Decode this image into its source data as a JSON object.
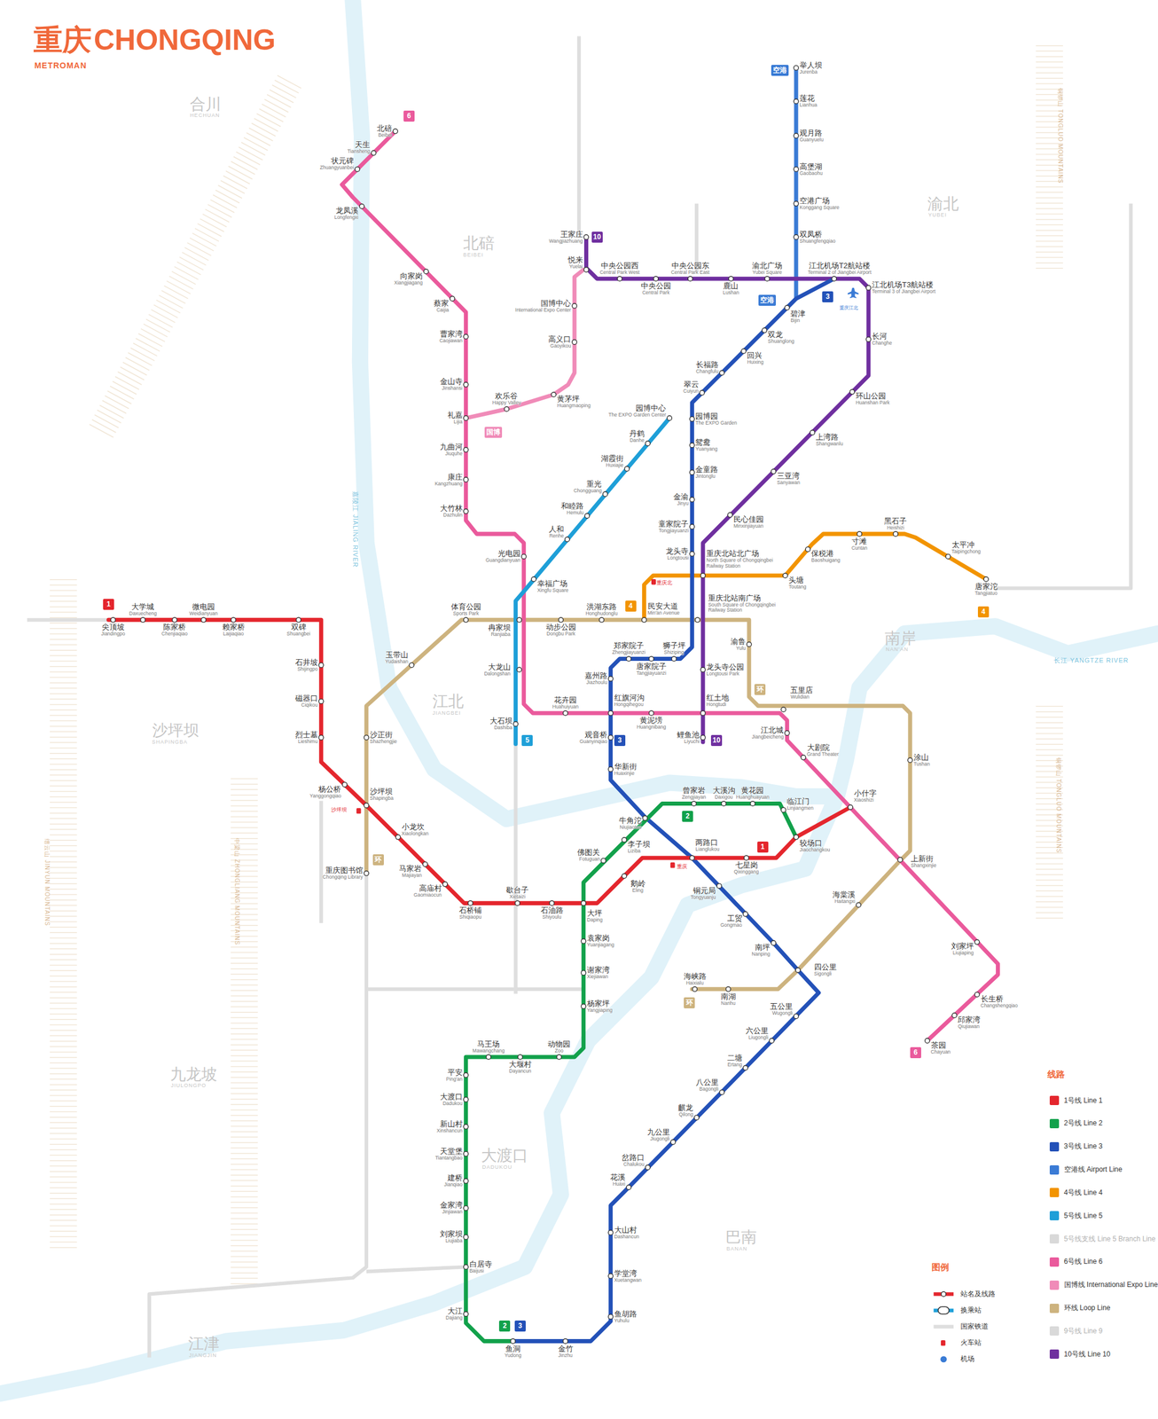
{
  "diagram": {
    "title": "重庆",
    "nodes": [
      {
        "text": [
          "1"
        ]
      },
      {
        "text": [
          "1"
        ]
      },
      {
        "text": [
          "2"
        ]
      },
      {
        "text": [
          "2"
        ]
      },
      {
        "text": [
          "3"
        ]
      },
      {
        "text": [
          "3"
        ]
      },
      {
        "text": [
          "3"
        ]
      },
      {
        "text": [
          "空港"
        ]
      },
      {
        "text": [
          "空港"
        ]
      },
      {
        "text": [
          "4"
        ]
      },
      {
        "text": [
          "4"
        ]
      },
      {
        "text": [
          "5"
        ]
      },
      {
        "text": [
          "6"
        ]
      },
      {
        "text": [
          "6"
        ]
      },
      {
        "text": [
          "10"
        ]
      },
      {
        "text": [
          "10"
        ]
      },
      {
        "text": [
          "国博"
        ]
      },
      {
        "text": [
          "环"
        ]
      },
      {
        "text": [
          "环"
        ]
      },
      {
        "text": [
          "环"
        ]
      }
    ],
    "labels": [
      "尖顶坡",
      "Jiandingpo",
      "大学城",
      "Daxuecheng",
      "陈家桥",
      "Chenjiaqiao",
      "微电园",
      "Weidianyuan",
      "赖家桥",
      "Laijiaqiao",
      "双碑",
      "Shuangbei",
      "石井坡",
      "Shijingpo",
      "磁器口",
      "Ciqikou",
      "烈士墓",
      "Lieshimu",
      "杨公桥",
      "Yanggongqiao",
      "沙坪坝",
      "Shapingba",
      "小龙坎",
      "Xiaolongkan",
      "马家岩",
      "Majiayan",
      "高庙村",
      "Gaomiaocun",
      "石桥铺",
      "Shiqiaopu",
      "歇台子",
      "Xietaizi",
      "石油路",
      "Shiyoulu",
      "大坪",
      "Daping",
      "鹅岭",
      "Eling",
      "两路口",
      "Lianglukou",
      "七星岗",
      "Qixinggang",
      "较场口",
      "Jiaochangkou",
      "小什字",
      "Xiaoshizi",
      "临江门",
      "Linjiangmen",
      "黄花园",
      "Huanghuayuan",
      "大溪沟",
      "Daxigou",
      "曾家岩",
      "Zengjiayan",
      "牛角沱",
      "Niujiaotuo",
      "李子坝",
      "Liziba",
      "佛图关",
      "Fotuguan",
      "袁家岗",
      "Yuanjiagang",
      "谢家湾",
      "Xiejiawan",
      "杨家坪",
      "Yangjiaping",
      "动物园",
      "Zoo",
      "大堰村",
      "Dayancun",
      "马王场",
      "Mawangchang",
      "平安",
      "Ping'an",
      "大渡口",
      "Dadukou",
      "新山村",
      "Xinshancun",
      "天堂堡",
      "Tiantangbao",
      "建桥",
      "Jianqiao",
      "金家湾",
      "Jinjiawan",
      "刘家坝",
      "Liujiaba",
      "白居寺",
      "Baijusi",
      "大江",
      "Dajiang",
      "鱼洞",
      "Yudong",
      "金竹",
      "Jinzhu",
      "鱼胡路",
      "Yuhulu",
      "学堂湾",
      "Xuetangwan",
      "大山村",
      "Dashancun",
      "花溪",
      "Huaxi",
      "岔路口",
      "Chalukou",
      "九公里",
      "Jiugongli",
      "麒龙",
      "Qilong",
      "八公里",
      "Bagongli",
      "二塘",
      "Ertang",
      "六公里",
      "Liugongli",
      "五公里",
      "Wugongli",
      "四公里",
      "Sigongli",
      "南坪",
      "Nanping",
      "工贸",
      "Gongmao",
      "铜元局",
      "Tongyuanju",
      "华新街",
      "Huaxinjie",
      "观音桥",
      "Guanyinqiao",
      "红旗河沟",
      "Hongqihegou",
      "嘉州路",
      "Jiazhoulu",
      "郑家院子",
      "Zhengjiayuanzi",
      "唐家院子",
      "Tangjiayuanzi",
      "狮子坪",
      "Shiziping",
      "重庆北站南广场",
      "South Square of Chongqingbei Railway Station",
      "龙头寺",
      "Longtousi",
      "童家院子",
      "Tongjiayuanzi",
      "金渝",
      "Jinyu",
      "金童路",
      "Jintonglu",
      "鸳鸯",
      "Yuanyang",
      "园博园",
      "The EXPO Garden",
      "翠云",
      "Cuiyun",
      "长福路",
      "Changfulu",
      "回兴",
      "Huixing",
      "双龙",
      "Shuanglong",
      "碧津",
      "Bijin",
      "江北机场T2航站楼",
      "Terminal 2 of Jiangbei Airport",
      "举人坝",
      "Jurenba",
      "莲花",
      "Lianhua",
      "观月路",
      "Guanyuelu",
      "高堡湖",
      "Gaobaohu",
      "空港广场",
      "Konggang Square",
      "双凤桥",
      "Shuangfengqiao",
      "王家庄",
      "Wangjiazhuang",
      "悦来",
      "Yuelai",
      "中央公园西",
      "Central Park West",
      "中央公园",
      "Central Park",
      "中央公园东",
      "Central Park East",
      "鹿山",
      "Lushan",
      "渝北广场",
      "Yubei Square",
      "江北机场T3航站楼",
      "Terminal 3 of Jiangbei Airport",
      "长河",
      "Changhe",
      "环山公园",
      "Huanshan Park",
      "上湾路",
      "Shangwanlu",
      "三亚湾",
      "Sanyawan",
      "民心佳园",
      "Minxinjiayuan",
      "重庆北站北广场",
      "North Square of Chongqingbei Railway Station",
      "龙头寺公园",
      "Longtousi Park",
      "红土地",
      "Hongtudi",
      "鲤鱼池",
      "Liyuchi",
      "民安大道",
      "Min'an Avenue",
      "头塘",
      "Toutang",
      "保税港",
      "Baoshuigang",
      "寸滩",
      "Cuntan",
      "黑石子",
      "Heishizi",
      "太平冲",
      "Taipingchong",
      "唐家沱",
      "Tangjiatuo",
      "园博中心",
      "The EXPO Garden Center",
      "丹鹤",
      "Danhe",
      "湖霞街",
      "Huxiajie",
      "重光",
      "Chongguang",
      "和睦路",
      "Hemulu",
      "人和",
      "Renhe",
      "幸福广场",
      "Xingfu Square",
      "冉家坝",
      "Ranjiaba",
      "大龙山",
      "Dalongshan",
      "大石坝",
      "Dashiba",
      "北碚",
      "Beibei",
      "天生",
      "Tiansheng",
      "状元碑",
      "Zhuangyuanbei",
      "龙凤溪",
      "Longfengxi",
      "向家岗",
      "Xiangjiagang",
      "蔡家",
      "Caijia",
      "曹家湾",
      "Caojiawan",
      "金山寺",
      "Jinshansi",
      "礼嘉",
      "Lijia",
      "九曲河",
      "Jiuquhe",
      "康庄",
      "Kangzhuang",
      "大竹林",
      "Dazhulin",
      "光电园",
      "Guangdianyuan",
      "花卉园",
      "Huahuiyuan",
      "黄泥塝",
      "Huangnibang",
      "五里店",
      "Wulidian",
      "江北城",
      "Jiangbeicheng",
      "大剧院",
      "Grand Theater",
      "上新街",
      "Shangxinjie",
      "刘家坪",
      "Liujiaping",
      "长生桥",
      "Changshengqiao",
      "邱家湾",
      "Qiujiawan",
      "茶园",
      "Chayuan",
      "欢乐谷",
      "Happy Valley",
      "黄茅坪",
      "Huangmaoping",
      "高义口",
      "Gaoyikou",
      "国博中心",
      "International Expo Center",
      "重庆图书馆",
      "Chongqing Library",
      "沙正街",
      "Shazhengjie",
      "玉带山",
      "Yudaishan",
      "体育公园",
      "Sports Park",
      "动步公园",
      "Dongbu Park",
      "洪湖东路",
      "Honghudonglu",
      "渝鲁",
      "Yulu",
      "涂山",
      "Tushan",
      "海棠溪",
      "Haitangxi",
      "南湖",
      "Nanhu",
      "海峡路",
      "Haixialu",
      "CHONGQING",
      "METROMAN",
      "合川",
      "HECHUAN",
      "北碚",
      "BEIBEI",
      "渝北",
      "YUBEI",
      "江北",
      "JIANGBEI",
      "沙坪坝",
      "SHAPINGBA",
      "九龙坡",
      "JIULONGPO",
      "南岸",
      "NAN'AN",
      "大渡口",
      "DADUKOU",
      "巴南",
      "BANAN",
      "江津",
      "JIANGJIN",
      "长江 YANGTZE RIVER",
      "嘉陵江 JIALING RIVER",
      "缙云山 JINYUN MOUNTAINS",
      "中梁山 ZHONGLIANG MOUNTAINS",
      "铜锣山 TONGLUO MOUNTAINS",
      "铜锣山 TONGLUO MOUNTAINS",
      "重庆北",
      "重庆",
      "沙坪坝",
      "重庆江北",
      "线路",
      "图例"
    ],
    "legend": [
      {
        "text": "1号线 Line 1",
        "color": "#e4262d"
      },
      {
        "text": "2号线 Line 2",
        "color": "#12a14b"
      },
      {
        "text": "3号线 Line 3",
        "color": "#2351b8"
      },
      {
        "text": "空港线 Airport Line",
        "color": "#3a7bd5"
      },
      {
        "text": "4号线 Line 4",
        "color": "#f29400"
      },
      {
        "text": "5号线 Line 5",
        "color": "#1e9fd8"
      },
      {
        "text": "5号线支线 Line 5 Branch Line",
        "color": "#d9d9d9"
      },
      {
        "text": "6号线 Line 6",
        "color": "#ea5a9c"
      },
      {
        "text": "国博线 International Expo Line",
        "color": "#f08bb8"
      },
      {
        "text": "环线 Loop Line",
        "color": "#cdb37f"
      },
      {
        "text": "9号线 Line 9",
        "color": "#d9d9d9"
      },
      {
        "text": "10号线 Line 10",
        "color": "#6f2f9f"
      },
      {
        "text": "站名及线路"
      },
      {
        "text": "换乘站"
      },
      {
        "text": "国家铁道"
      },
      {
        "text": "火车站"
      },
      {
        "text": "机场"
      }
    ]
  }
}
